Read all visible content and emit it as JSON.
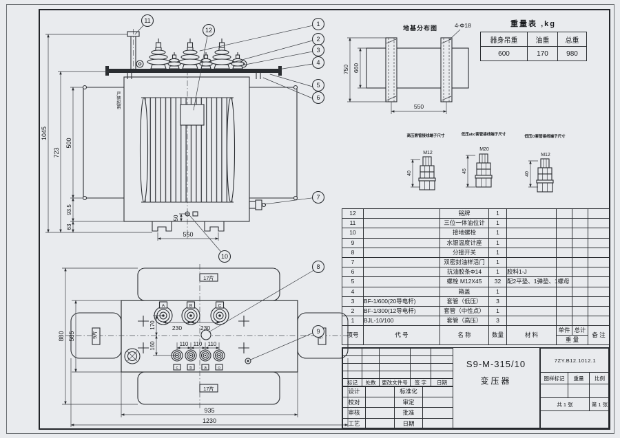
{
  "callouts": [
    "1",
    "2",
    "3",
    "4",
    "5",
    "6",
    "7",
    "8",
    "9",
    "10",
    "11",
    "12"
  ],
  "front_view": {
    "warning": "严禁起吊",
    "dims": {
      "total": "1045",
      "to_cover": "723",
      "fins": "500",
      "lower": "93.5",
      "foot": "63",
      "feet_span": "550",
      "drain_offset": "50"
    }
  },
  "plan_view": {
    "dims": {
      "hv_a": "230",
      "hv_b": "230",
      "lv_a": "110",
      "lv_b": "110",
      "lv_c": "110",
      "upper": "170",
      "lower": "160",
      "tank_w": "585",
      "overall_w": "880",
      "tank_l": "935",
      "overall_l": "1230"
    },
    "fins_long": "17片",
    "fins_side": "9片",
    "hv_labels": [
      "A",
      "B",
      "C"
    ],
    "lv_labels": [
      "c",
      "b",
      "a",
      "o"
    ]
  },
  "foundation": {
    "title": "地基分布图",
    "holes": "4-Φ18",
    "dims": {
      "outer": "750",
      "inner": "660",
      "span": "550"
    }
  },
  "terminals": {
    "items": [
      {
        "title": "高压套管接线端子尺寸",
        "thread": "M12",
        "height": "40"
      },
      {
        "title": "低压abc套管接线端子尺寸",
        "thread": "M20",
        "height": "45"
      },
      {
        "title": "低压O套管接线端子尺寸",
        "thread": "M12",
        "height": "40"
      }
    ]
  },
  "weight_table": {
    "title": "重量表 ,kg",
    "headers": [
      "器身吊重",
      "油重",
      "总重"
    ],
    "values": [
      "600",
      "170",
      "980"
    ]
  },
  "parts_list": {
    "headers": {
      "no": "项号",
      "code": "代  号",
      "name": "名  称",
      "qty": "数量",
      "material": "材  料",
      "unit": "单件",
      "total": "总计",
      "weight": "重 量",
      "remark": "备  注"
    },
    "rows": [
      {
        "no": "12",
        "code": "",
        "name": "铭牌",
        "qty": "1",
        "material": "",
        "remark": ""
      },
      {
        "no": "11",
        "code": "",
        "name": "三位一体油位计",
        "qty": "1",
        "material": "",
        "remark": ""
      },
      {
        "no": "10",
        "code": "",
        "name": "接地螺栓",
        "qty": "1",
        "material": "",
        "remark": ""
      },
      {
        "no": "9",
        "code": "",
        "name": "水银温度计座",
        "qty": "1",
        "material": "",
        "remark": ""
      },
      {
        "no": "8",
        "code": "",
        "name": "分接开关",
        "qty": "1",
        "material": "",
        "remark": ""
      },
      {
        "no": "7",
        "code": "",
        "name": "双密封油样活门",
        "qty": "1",
        "material": "",
        "remark": ""
      },
      {
        "no": "6",
        "code": "",
        "name": "抗油胶条Φ14",
        "qty": "1",
        "material": "胶料1-J",
        "remark": ""
      },
      {
        "no": "5",
        "code": "",
        "name": "螺栓 M12X45",
        "qty": "32",
        "material": "配2平垫、1弹垫、1螺母",
        "remark": ""
      },
      {
        "no": "4",
        "code": "",
        "name": "箱盖",
        "qty": "1",
        "material": "",
        "remark": ""
      },
      {
        "no": "3",
        "code": "BF-1/600(20导电杆)",
        "name": "套管（低压）",
        "qty": "3",
        "material": "",
        "remark": ""
      },
      {
        "no": "2",
        "code": "BF-1/300(12导电杆)",
        "name": "套管（中性点）",
        "qty": "1",
        "material": "",
        "remark": ""
      },
      {
        "no": "1",
        "code": "BJL-10/100",
        "name": "套管（高压）",
        "qty": "3",
        "material": "",
        "remark": ""
      }
    ]
  },
  "title_block": {
    "rev_headers": [
      "标记",
      "处数",
      "更改文件号",
      "签  字",
      "日期"
    ],
    "roles_left": [
      "设计",
      "校对",
      "审核",
      "工艺"
    ],
    "roles_right": [
      "标准化",
      "审定",
      "批准",
      "日期"
    ],
    "model": "S9-M-315/10",
    "product": "变压器",
    "drawing_no": "7ZY.B12.1012.1",
    "stamp_headers": [
      "图样标记",
      "重量",
      "比例"
    ],
    "sheet_count": {
      "p": "共",
      "n": "1",
      "s": "张"
    },
    "sheet_index": {
      "p": "第",
      "n": "1",
      "s": "张"
    }
  }
}
